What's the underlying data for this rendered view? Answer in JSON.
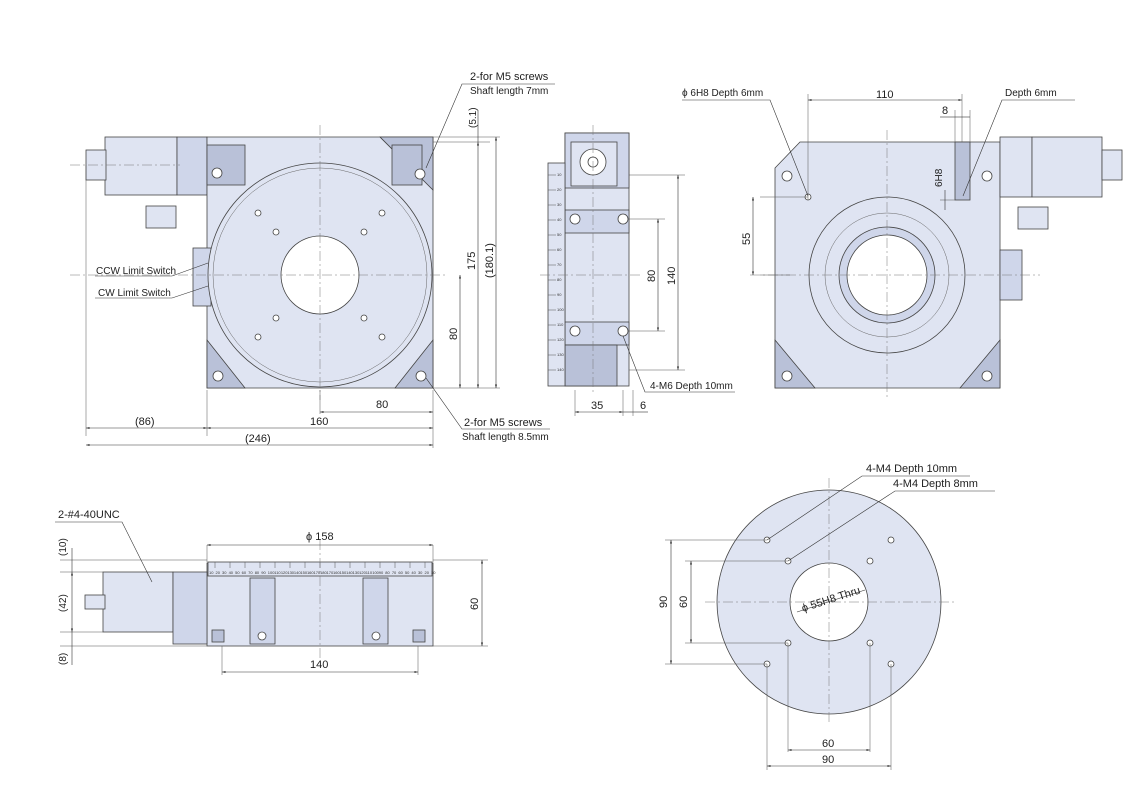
{
  "top_view": {
    "screws_top_title": "2-for M5 screws",
    "screws_top_sub": "Shaft length 7mm",
    "screws_bottom_title": "2-for M5 screws",
    "screws_bottom_sub": "Shaft length 8.5mm",
    "ccw_label": "CCW Limit Switch",
    "cw_label": "CW Limit Switch",
    "dim_5_1": "(5.1)",
    "dim_175": "175",
    "dim_180_1": "(180.1)",
    "dim_80_v": "80",
    "dim_80_h": "80",
    "dim_86": "(86)",
    "dim_160": "160",
    "dim_246": "(246)"
  },
  "side_view": {
    "dim_80": "80",
    "dim_140": "140",
    "dim_35": "35",
    "dim_6": "6",
    "m6_label": "4-M6 Depth 10mm",
    "scale_ticks": [
      "10",
      "20",
      "30",
      "40",
      "50",
      "60",
      "70",
      "80",
      "90",
      "100",
      "110",
      "120",
      "130",
      "140"
    ]
  },
  "back_view": {
    "bore_label": "ϕ 6H8 Depth 6mm",
    "depth_label": "Depth 6mm",
    "dim_110": "110",
    "dim_8": "8",
    "dim_6h8": "6H8",
    "dim_55": "55"
  },
  "front_view": {
    "unc_label": "2-#4-40UNC",
    "dim_phi158": "ϕ 158",
    "dim_10": "(10)",
    "dim_42": "(42)",
    "dim_8": "(8)",
    "dim_60": "60",
    "dim_140": "140",
    "scale_ticks": [
      "10",
      "20",
      "30",
      "40",
      "50",
      "60",
      "70",
      "80",
      "90",
      "100",
      "110",
      "120",
      "130",
      "140",
      "150",
      "160",
      "170",
      "180",
      "170",
      "160",
      "150",
      "140",
      "130",
      "120",
      "110",
      "100",
      "90",
      "80",
      "70",
      "60",
      "50",
      "40",
      "30",
      "20",
      "10"
    ]
  },
  "table_view": {
    "m4_10_label": "4-M4 Depth 10mm",
    "m4_8_label": "4-M4 Depth 8mm",
    "bore_label": "ϕ 55H8 Thru",
    "dim_90_v": "90",
    "dim_60_v": "60",
    "dim_60_h": "60",
    "dim_90_h": "90"
  },
  "colors": {
    "part_fill": "#dfe4f2",
    "part_dark": "#b9c1d8",
    "line": "#333333"
  }
}
